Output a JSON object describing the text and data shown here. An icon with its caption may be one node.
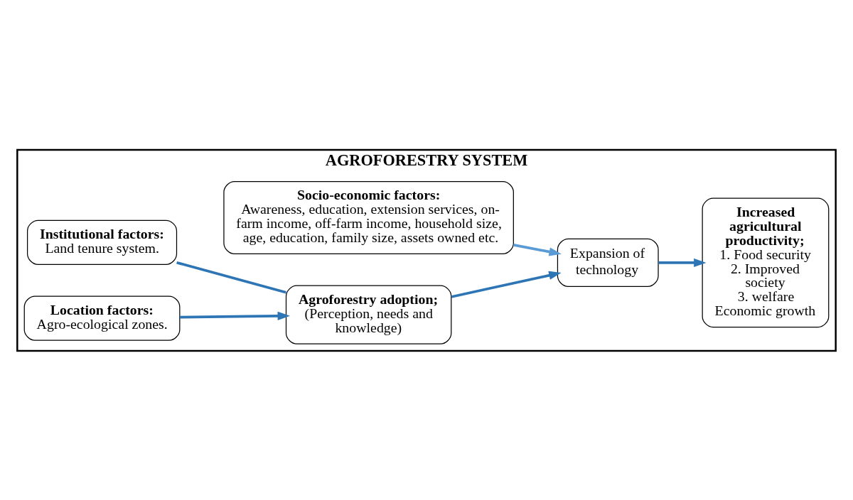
{
  "diagram": {
    "nodes": [
      {
        "text": [
          "AGROFORESTRY SYSTEM"
        ]
      },
      {
        "text": [
          "Socio-economic factors:",
          "Awareness, education, extension services, on-farm income, off-farm income, household size, age, education, family size, assets owned etc."
        ],
        "in": 0
      },
      {
        "text": [
          "Institutional factors:",
          "Land tenure system."
        ],
        "in": 0
      },
      {
        "text": [
          "Agroforestry adoption;",
          "(Perception, needs and knowledge)"
        ],
        "in": 0
      },
      {
        "text": [
          "Expansion of technology"
        ],
        "in": 0
      },
      {
        "text": [
          "Increased agricultural productivity;",
          "1. Food security",
          "2. Improved society",
          "3. welfare Economic growth"
        ],
        "in": 0
      },
      {
        "text": [
          "Location factors:",
          "Agro-ecological zones."
        ],
        "in": 0
      }
    ],
    "edges": [
      {
        "from": 1,
        "to": 4,
        "arrow": "to",
        "color": "#5b9bd5"
      },
      {
        "from": 2,
        "to": 3,
        "arrow": "none"
      },
      {
        "from": 3,
        "to": 4,
        "arrow": "to"
      },
      {
        "from": 4,
        "to": 5,
        "arrow": "to"
      },
      {
        "from": 6,
        "to": 3,
        "arrow": "to"
      }
    ]
  }
}
